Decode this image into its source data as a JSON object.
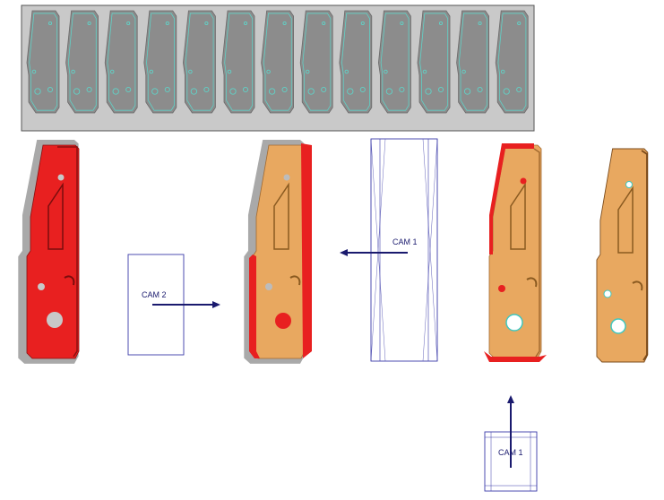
{
  "labels": {
    "cam2": "CAM 2",
    "cam1_top": "CAM 1",
    "cam1_bottom": "CAM 1"
  },
  "colors": {
    "nest_panel": "#c9c9c9",
    "nest_part": "#8c8c8c",
    "nest_outline": "#5fd3c8",
    "part_red": "#e82020",
    "part_orange": "#e8a860",
    "part_orange_dark": "#a26a30",
    "shadow_gray": "#a9a9a9",
    "arrow_navy": "#1a1a6e",
    "cam_line": "#3a3aa8"
  },
  "nest": {
    "part_count": 13
  }
}
